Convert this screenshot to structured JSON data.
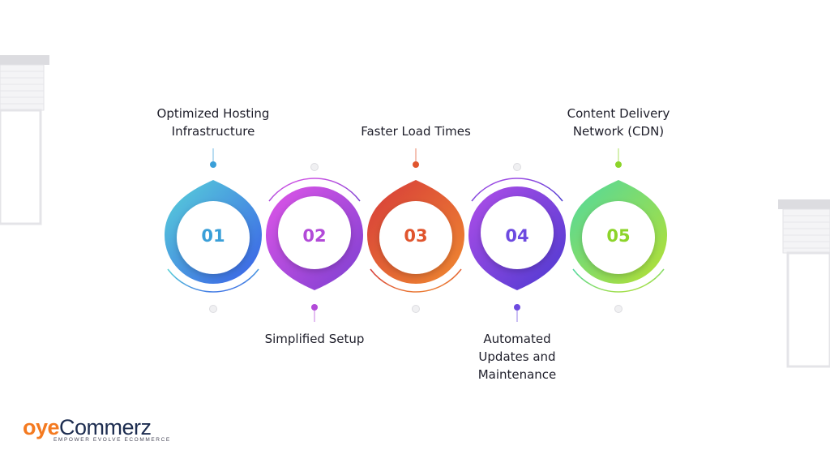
{
  "steps": [
    {
      "number": "01",
      "label": "Optimized Hosting\nInfrastructure",
      "label_position": "top",
      "color_start": "#58d3d8",
      "color_end": "#3a5ee8",
      "number_color": "#3a9fd8"
    },
    {
      "number": "02",
      "label": "Simplified Setup",
      "label_position": "bottom",
      "color_start": "#e056e8",
      "color_end": "#7a3fd0",
      "number_color": "#b24ad8"
    },
    {
      "number": "03",
      "label": "Faster Load Times",
      "label_position": "top",
      "color_start": "#d63a3a",
      "color_end": "#f08a30",
      "number_color": "#e0552e"
    },
    {
      "number": "04",
      "label": "Automated\nUpdates and\nMaintenance",
      "label_position": "bottom",
      "color_start": "#b04ee8",
      "color_end": "#4b3ad0",
      "number_color": "#6d4ae0"
    },
    {
      "number": "05",
      "label": "Content Delivery\nNetwork (CDN)",
      "label_position": "top",
      "color_start": "#4fd8a0",
      "color_end": "#b8e030",
      "number_color": "#8cd42a"
    }
  ],
  "logo": {
    "brand_part_a": "oye",
    "brand_part_b": "Commerz",
    "tagline": "EMPOWER EVOLVE ECOMMERCE"
  }
}
